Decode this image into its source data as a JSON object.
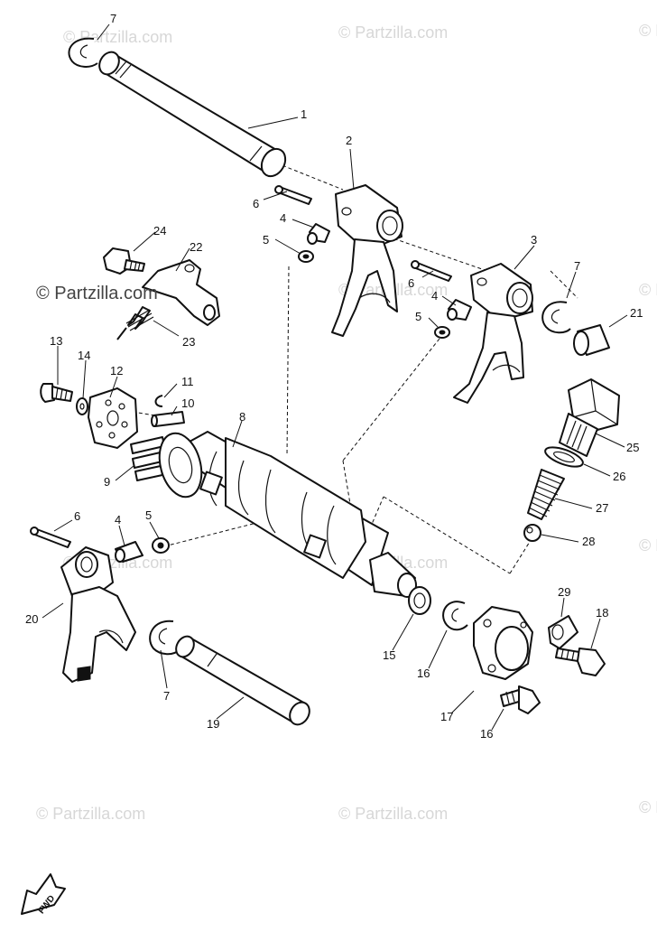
{
  "diagram": {
    "watermarks": {
      "main": "© Partzilla.com",
      "faint": "© Partzilla.com"
    },
    "fwd_label": "FWD",
    "callouts": [
      {
        "id": "c7a",
        "text": "7"
      },
      {
        "id": "c1",
        "text": "1"
      },
      {
        "id": "c2",
        "text": "2"
      },
      {
        "id": "c6a",
        "text": "6"
      },
      {
        "id": "c4a",
        "text": "4"
      },
      {
        "id": "c5a",
        "text": "5"
      },
      {
        "id": "c24",
        "text": "24"
      },
      {
        "id": "c22",
        "text": "22"
      },
      {
        "id": "c23",
        "text": "23"
      },
      {
        "id": "c3",
        "text": "3"
      },
      {
        "id": "c6b",
        "text": "6"
      },
      {
        "id": "c4b",
        "text": "4"
      },
      {
        "id": "c5b",
        "text": "5"
      },
      {
        "id": "c7b",
        "text": "7"
      },
      {
        "id": "c21",
        "text": "21"
      },
      {
        "id": "c13",
        "text": "13"
      },
      {
        "id": "c14",
        "text": "14"
      },
      {
        "id": "c12",
        "text": "12"
      },
      {
        "id": "c11",
        "text": "11"
      },
      {
        "id": "c10",
        "text": "10"
      },
      {
        "id": "c8",
        "text": "8"
      },
      {
        "id": "c9",
        "text": "9"
      },
      {
        "id": "c25",
        "text": "25"
      },
      {
        "id": "c26",
        "text": "26"
      },
      {
        "id": "c27",
        "text": "27"
      },
      {
        "id": "c28",
        "text": "28"
      },
      {
        "id": "c6c",
        "text": "6"
      },
      {
        "id": "c4c",
        "text": "4"
      },
      {
        "id": "c5c",
        "text": "5"
      },
      {
        "id": "c20",
        "text": "20"
      },
      {
        "id": "c7c",
        "text": "7"
      },
      {
        "id": "c19",
        "text": "19"
      },
      {
        "id": "c15",
        "text": "15"
      },
      {
        "id": "c16a",
        "text": "16"
      },
      {
        "id": "c29",
        "text": "29"
      },
      {
        "id": "c18",
        "text": "18"
      },
      {
        "id": "c17",
        "text": "17"
      },
      {
        "id": "c16b",
        "text": "16"
      }
    ]
  }
}
